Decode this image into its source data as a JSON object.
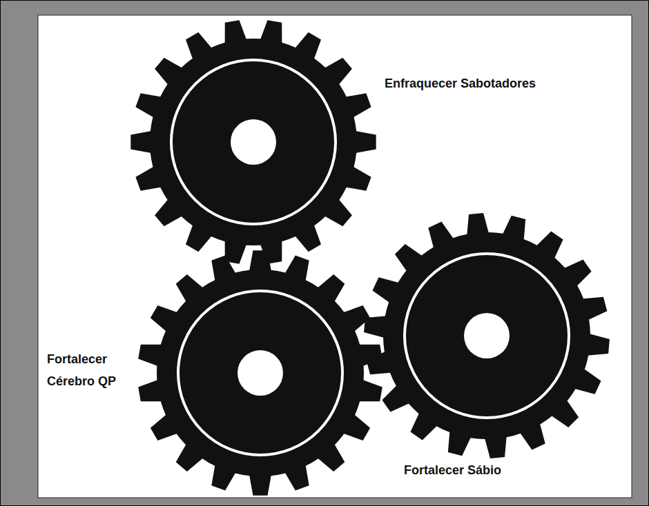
{
  "diagram": {
    "labels": [
      "Enfraquecer Sabotadores",
      "Fortalecer Cérebro QP",
      "Fortalecer Sábio"
    ]
  }
}
